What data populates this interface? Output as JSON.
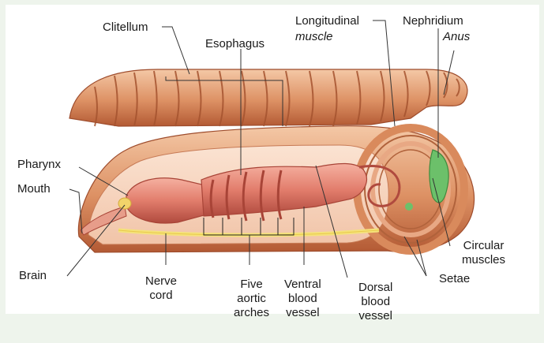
{
  "labels": {
    "clitellum": "Clitellum",
    "esophagus": "Esophagus",
    "longitudinal": "Longitudinal",
    "muscle": "muscle",
    "nephridium": "Nephridium",
    "anus": "Anus",
    "pharynx": "Pharynx",
    "mouth": "Mouth",
    "brain": "Brain",
    "nerve_cord": "Nerve\ncord",
    "aortic_arches": "Five\naortic\narches",
    "ventral_vessel": "Ventral\nblood\nvessel",
    "dorsal_vessel": "Dorsal\nblood\nvessel",
    "setae": "Setae",
    "circular_muscles": "Circular\nmuscles"
  },
  "colors": {
    "body_dark": "#b35a34",
    "body_mid": "#d98a5c",
    "body_light": "#f2c3a0",
    "gut": "#e27d6c",
    "gut_dark": "#b04a3e",
    "nephridium": "#6cc06a",
    "nerve": "#f5e27a",
    "leader": "#333333"
  }
}
